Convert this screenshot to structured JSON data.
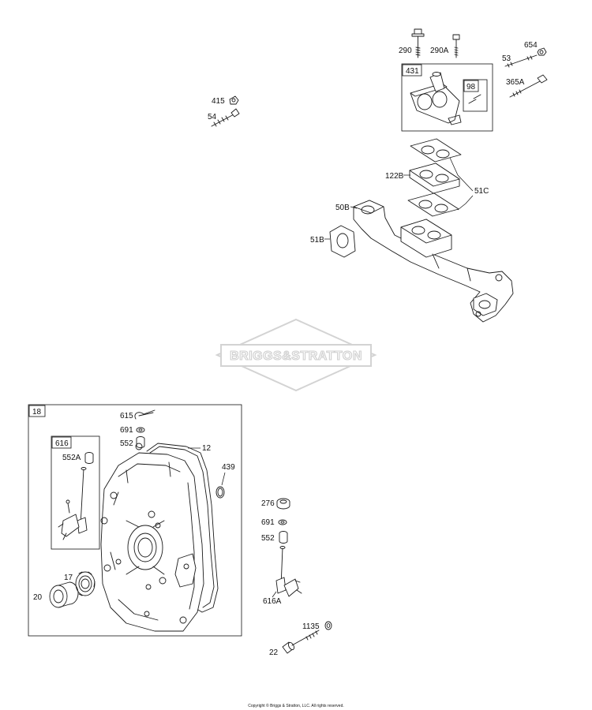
{
  "watermark": "BRIGGS&STRATTON",
  "copyright": "Copyright © Briggs & Stratton, LLC. All rights reserved.",
  "labels": {
    "p290": "290",
    "p290A": "290A",
    "p654": "654",
    "p53": "53",
    "p431": "431",
    "p98": "98",
    "p365A": "365A",
    "p415": "415",
    "p54": "54",
    "p122B": "122B",
    "p51C": "51C",
    "p50B": "50B",
    "p51B": "51B",
    "p18": "18",
    "p615": "615",
    "p691a": "691",
    "p552a": "552",
    "p12": "12",
    "p616": "616",
    "p552A": "552A",
    "p439": "439",
    "p17": "17",
    "p20": "20",
    "p276": "276",
    "p691b": "691",
    "p552b": "552",
    "p616A": "616A",
    "p1135": "1135",
    "p22": "22"
  },
  "colors": {
    "line": "#1a1a1a",
    "watermark": "#cfcfcf"
  }
}
